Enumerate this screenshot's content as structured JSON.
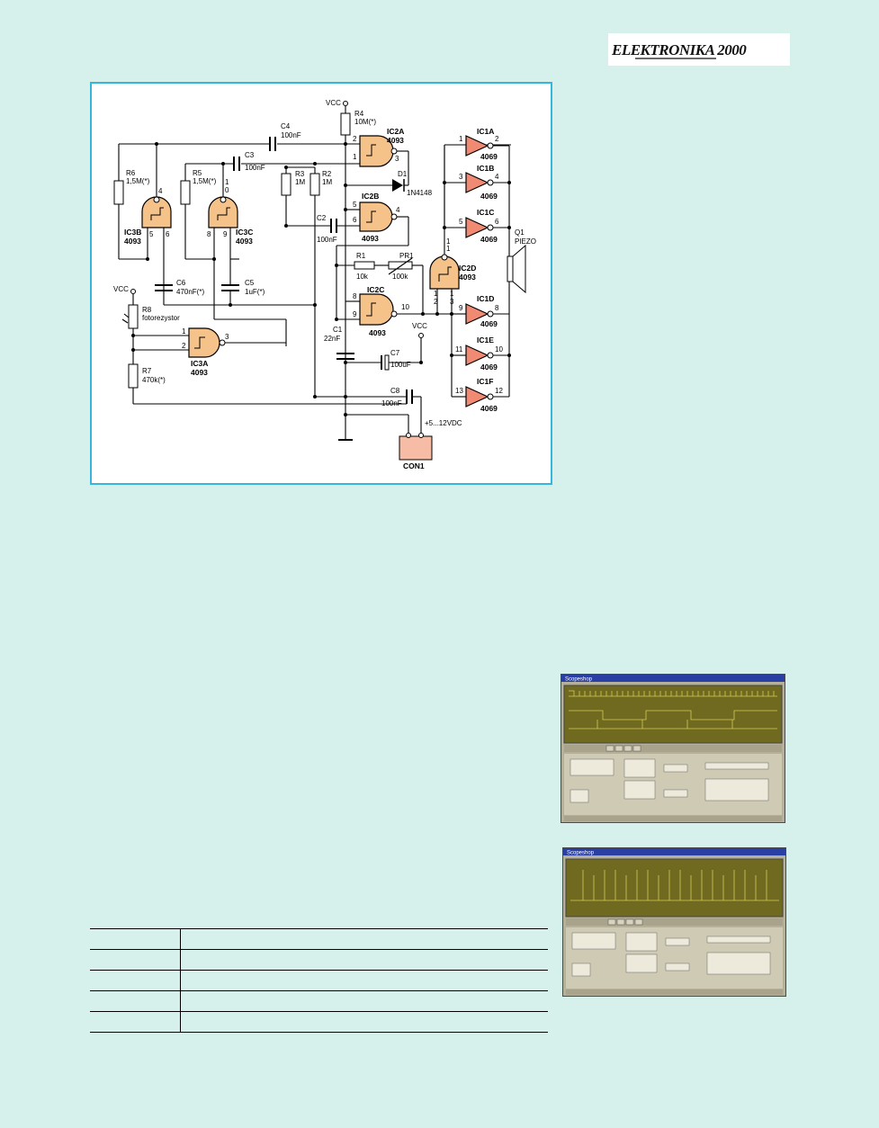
{
  "logo": {
    "text": "ELEKTRONIKA 2000"
  },
  "schematic": {
    "labels": {
      "vcc_top": "VCC",
      "r4": "R4",
      "r4v": "10M(*)",
      "c4": "C4",
      "c4v": "100nF",
      "ic2a": "IC2A",
      "ic2a_t": "4093",
      "c3": "C3",
      "c3v": "100nF",
      "r3": "R3",
      "r3v": "1M",
      "r2": "R2",
      "r2v": "1M",
      "d1": "D1",
      "d1v": "1N4148",
      "r6": "R6",
      "r6v": "1,5M(*)",
      "r5": "R5",
      "r5v": "1,5M(*)",
      "ic3b": "IC3B",
      "ic3b_t": "4093",
      "ic3c": "IC3C",
      "ic3c_t": "4093",
      "ic2b": "IC2B",
      "ic2b_t": "4093",
      "c2": "C2",
      "c2v": "100nF",
      "r1": "R1",
      "r1v": "10k",
      "pr1": "PR1",
      "pr1v": "100k",
      "ic2c": "IC2C",
      "ic2c_t": "4093",
      "ic2d": "IC2D",
      "ic2d_t": "4093",
      "c1": "C1",
      "c1v": "22nF",
      "vcc_mid": "VCC",
      "c7": "C7",
      "c7v": "100uF",
      "c6": "C6",
      "c6v": "470nF(*)",
      "c5": "C5",
      "c5v": "1uF(*)",
      "vcc_left": "VCC",
      "r8": "R8",
      "r8v": "fotorezystor",
      "ic3a": "IC3A",
      "ic3a_t": "4093",
      "r7": "R7",
      "r7v": "470k(*)",
      "c8": "C8",
      "c8v": "100nF",
      "supply": "+5...12VDC",
      "con1": "CON1",
      "q1": "Q1",
      "q1v": "PIEZO",
      "ic1a": "IC1A",
      "ic1b": "IC1B",
      "ic1c": "IC1C",
      "ic1d": "IC1D",
      "ic1e": "IC1E",
      "ic1f": "IC1F",
      "t4069": "4069"
    },
    "pins": {
      "p1": "1",
      "p2": "2",
      "p3": "3",
      "p4": "4",
      "p5": "5",
      "p6": "6",
      "p8": "8",
      "p9": "9",
      "p10": "10",
      "p11": "11",
      "p12": "12",
      "p13": "13",
      "p0": "0"
    }
  },
  "screenshots": [
    {
      "title": "Scopeshop"
    },
    {
      "title": "Scopeshop"
    }
  ],
  "colors": {
    "background": "#d6f0ec",
    "frame": "#35b6dc",
    "gate": "#f5c28a",
    "inverter": "#f18a73"
  }
}
